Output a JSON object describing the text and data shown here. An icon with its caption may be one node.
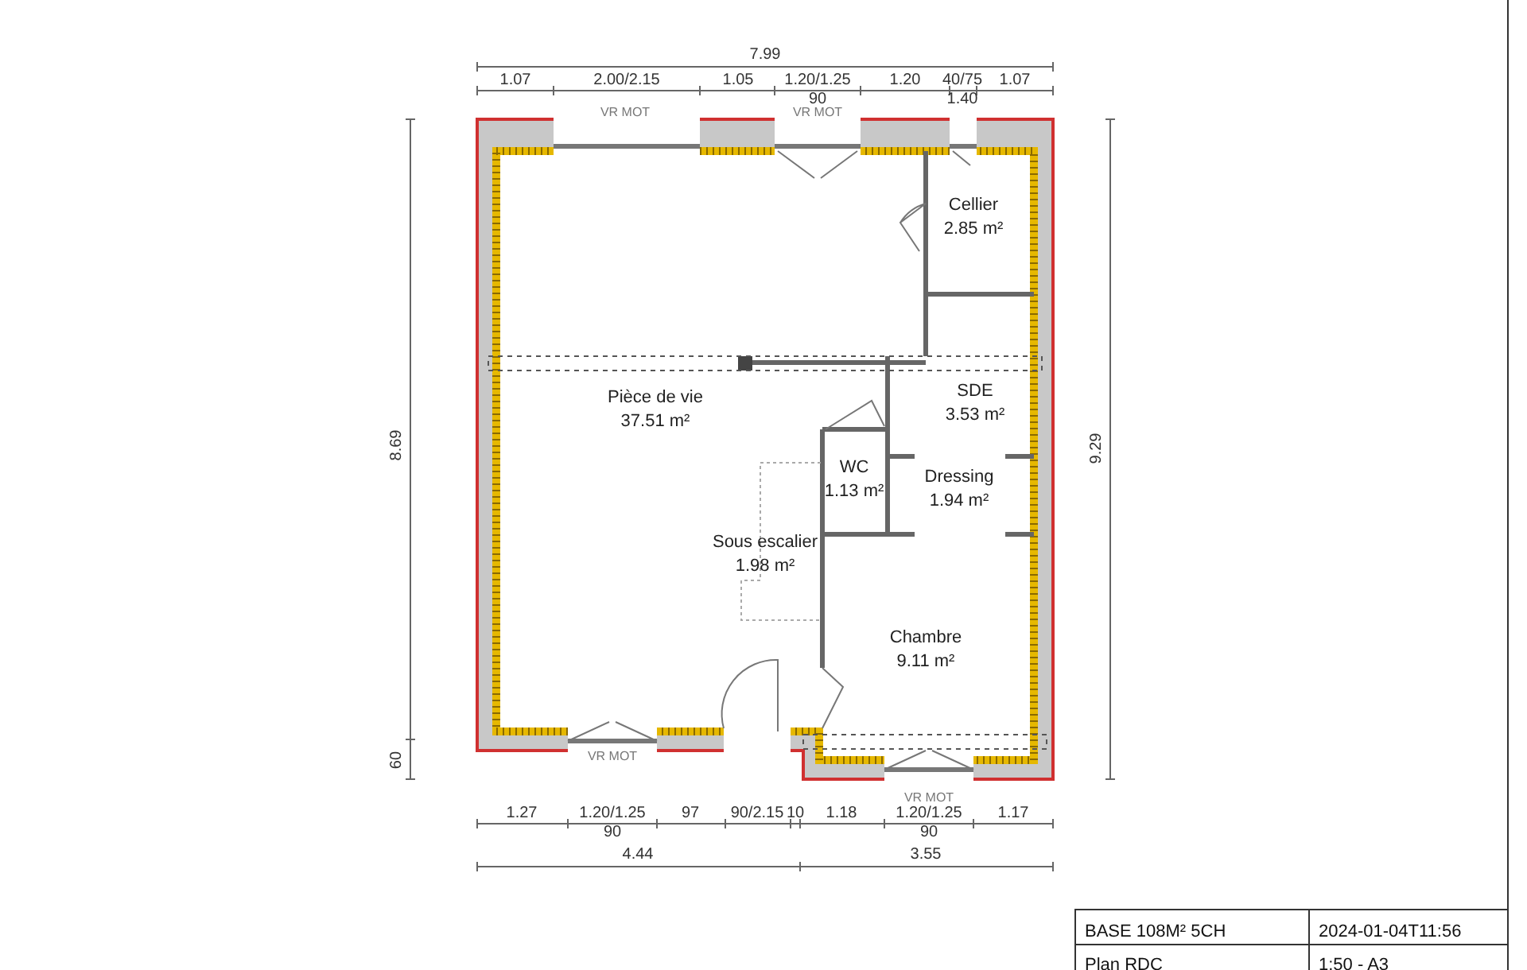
{
  "diagram": {
    "nodes": [
      {
        "text": [
          "Pièce de vie",
          "37.51 m²"
        ]
      },
      {
        "text": [
          "Cellier",
          "2.85 m²"
        ]
      },
      {
        "text": [
          "SDE",
          "3.53 m²"
        ]
      },
      {
        "text": [
          "WC",
          "1.13 m²"
        ]
      },
      {
        "text": [
          "Dressing",
          "1.94 m²"
        ]
      },
      {
        "text": [
          "Sous escalier",
          "1.98 m²"
        ]
      },
      {
        "text": [
          "Chambre",
          "9.11 m²"
        ]
      }
    ],
    "edges": [],
    "labels": [
      "7.99",
      "1.07",
      "2.00/2.15",
      "1.05",
      "1.20/1.25",
      "1.20",
      "40/75",
      "1.07",
      "90",
      "1.40",
      "VR MOT",
      "VR MOT",
      "8.69",
      "9.29",
      "60",
      "VR MOT",
      "VR MOT",
      "1.27",
      "1.20/1.25",
      "97",
      "90/2.15",
      "10",
      "1.18",
      "1.20/1.25",
      "1.17",
      "90",
      "90",
      "4.44",
      "3.55",
      "BASE 108M² 5CH",
      "2024-01-04T11:56",
      "Plan RDC",
      "1:50 - A3"
    ]
  }
}
